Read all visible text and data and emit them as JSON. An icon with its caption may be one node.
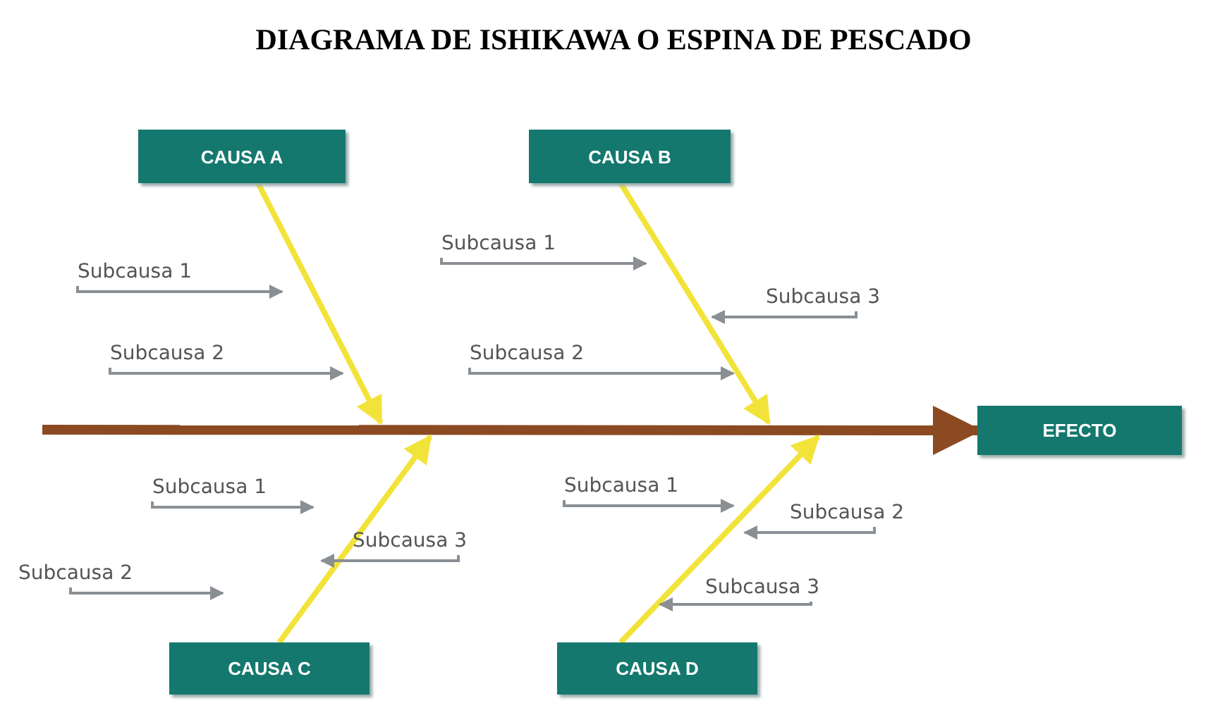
{
  "diagram": {
    "title": "DIAGRAMA DE ISHIKAWA O ESPINA DE PESCADO",
    "nodes": [
      {
        "text": [
          "CAUSA A"
        ]
      },
      {
        "text": [
          "CAUSA B"
        ]
      },
      {
        "text": [
          "Subcausa 1"
        ]
      },
      {
        "text": [
          "Subcausa 1"
        ]
      },
      {
        "text": [
          "Subcausa 3"
        ]
      },
      {
        "text": [
          "Subcausa 2"
        ]
      },
      {
        "text": [
          "Subcausa 2"
        ]
      },
      {
        "text": [
          "EFECTO"
        ]
      },
      {
        "text": [
          "Subcausa 1"
        ]
      },
      {
        "text": [
          "Subcausa 1"
        ]
      },
      {
        "text": [
          "Subcausa 2"
        ]
      },
      {
        "text": [
          "Subcausa 3"
        ]
      },
      {
        "text": [
          "Subcausa 2"
        ]
      },
      {
        "text": [
          "Subcausa 3"
        ]
      },
      {
        "text": [
          "CAUSA C"
        ]
      },
      {
        "text": [
          "CAUSA D"
        ]
      }
    ],
    "edges": [
      {
        "from": null,
        "to": 7,
        "arrow": "to",
        "style": "thick",
        "color": "#8b4a22"
      },
      {
        "from": 0,
        "to": null,
        "arrow": "to",
        "style": "thick",
        "color": "#f2e33a"
      },
      {
        "from": 1,
        "to": null,
        "arrow": "to",
        "style": "thick",
        "color": "#f2e33a"
      },
      {
        "from": 14,
        "to": null,
        "arrow": "to",
        "style": "thick",
        "color": "#f2e33a"
      },
      {
        "from": 15,
        "to": null,
        "arrow": "to",
        "style": "thick",
        "color": "#f2e33a"
      },
      {
        "from": 2,
        "to": null,
        "arrow": "to"
      },
      {
        "from": 3,
        "to": null,
        "arrow": "to"
      },
      {
        "from": 4,
        "to": null,
        "arrow": "to"
      },
      {
        "from": 5,
        "to": null,
        "arrow": "to"
      },
      {
        "from": 6,
        "to": null,
        "arrow": "to"
      },
      {
        "from": 8,
        "to": null,
        "arrow": "to"
      },
      {
        "from": 9,
        "to": null,
        "arrow": "to"
      },
      {
        "from": 10,
        "to": null,
        "arrow": "to"
      },
      {
        "from": 11,
        "to": null,
        "arrow": "to"
      },
      {
        "from": 12,
        "to": null,
        "arrow": "to"
      },
      {
        "from": 13,
        "to": null,
        "arrow": "to"
      }
    ]
  }
}
